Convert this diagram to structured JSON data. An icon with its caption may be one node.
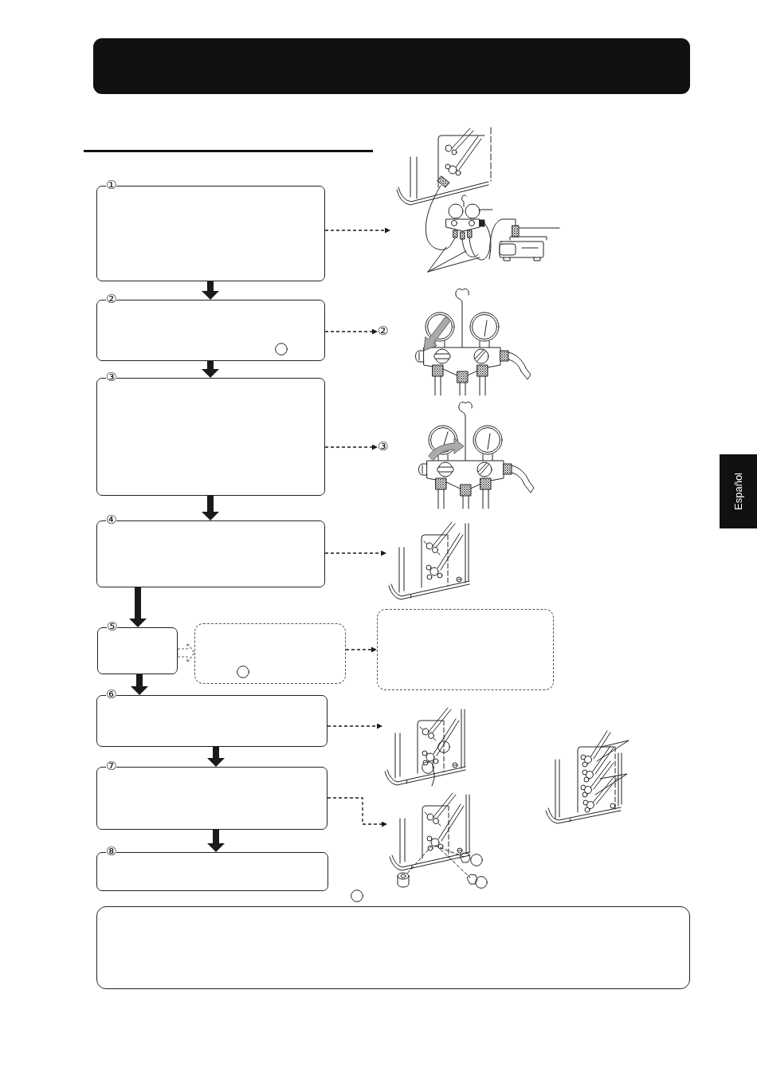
{
  "diagram": {
    "nodes": [
      {
        "text": [],
        "shape": "bar"
      },
      {
        "text": [
          "①"
        ]
      },
      {
        "text": [],
        "shape": "picture"
      },
      {
        "text": [
          "②"
        ]
      },
      {
        "text": [
          "②"
        ]
      },
      {
        "text": [
          "③"
        ]
      },
      {
        "text": [
          "③"
        ]
      },
      {
        "text": [
          "④"
        ]
      },
      {
        "text": [],
        "shape": "picture"
      },
      {
        "text": [
          "⑤"
        ]
      },
      {
        "text": [],
        "shape": "box"
      },
      {
        "text": [],
        "shape": "box"
      },
      {
        "text": [
          "⑥"
        ]
      },
      {
        "text": [],
        "shape": "picture"
      },
      {
        "text": [
          "⑦"
        ]
      },
      {
        "text": [],
        "shape": "picture"
      },
      {
        "text": [
          "⑧"
        ]
      },
      {
        "text": [],
        "shape": "box"
      }
    ],
    "edges": [
      {
        "from": 1,
        "to": 3,
        "arrow": "to",
        "style": "thick"
      },
      {
        "from": 1,
        "to": 2,
        "arrow": "to",
        "style": "dashed"
      },
      {
        "from": 3,
        "to": 5,
        "arrow": "to",
        "style": "thick"
      },
      {
        "from": 3,
        "to": 4,
        "arrow": "to",
        "style": "dashed"
      },
      {
        "from": 5,
        "to": 7,
        "arrow": "to",
        "style": "thick"
      },
      {
        "from": 5,
        "to": 6,
        "arrow": "to",
        "style": "dashed"
      },
      {
        "from": 7,
        "to": 9,
        "arrow": "to",
        "style": "thick"
      },
      {
        "from": 7,
        "to": 8,
        "arrow": "to",
        "style": "dashed"
      },
      {
        "from": 9,
        "to": 10,
        "arrow": "to",
        "style": "dashed"
      },
      {
        "from": 10,
        "to": 11,
        "arrow": "to",
        "style": "dashed"
      },
      {
        "from": 9,
        "to": 12,
        "arrow": "to",
        "style": "thick"
      },
      {
        "from": 12,
        "to": 14,
        "arrow": "to",
        "style": "thick"
      },
      {
        "from": 12,
        "to": 13,
        "arrow": "to",
        "style": "dashed"
      },
      {
        "from": 14,
        "to": 16,
        "arrow": "to",
        "style": "thick"
      },
      {
        "from": 14,
        "to": 15,
        "arrow": "to",
        "style": "dashed"
      }
    ],
    "labels": [
      "Español"
    ]
  }
}
